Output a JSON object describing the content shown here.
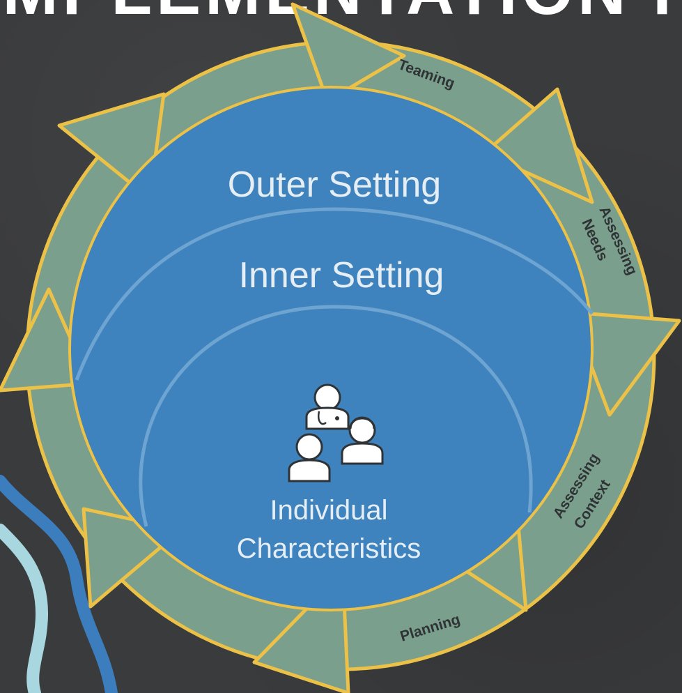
{
  "banner": {
    "text": "IMPLEMENTATION P"
  },
  "domains": {
    "outer": "Outer Setting",
    "inner": "Inner Setting",
    "individual_line1": "Individual",
    "individual_line2": "Characteristics"
  },
  "process": {
    "teaming": "Teaming",
    "assessing_needs_1": "Assessing",
    "assessing_needs_2": "Needs",
    "assessing_context_1": "Assessing",
    "assessing_context_2": "Context",
    "planning": "Planning"
  },
  "icons": [
    "clinician-icon",
    "man-icon",
    "woman-icon"
  ],
  "colors": {
    "background": "#3a3b3d",
    "circle_fill": "#3e83bd",
    "arrow_fill": "#7a9f8c",
    "arrow_outline": "#ecc148",
    "inner_arc": "#6da4d2",
    "wave_dark": "#3b7dbd",
    "wave_light": "#a9d7df"
  }
}
